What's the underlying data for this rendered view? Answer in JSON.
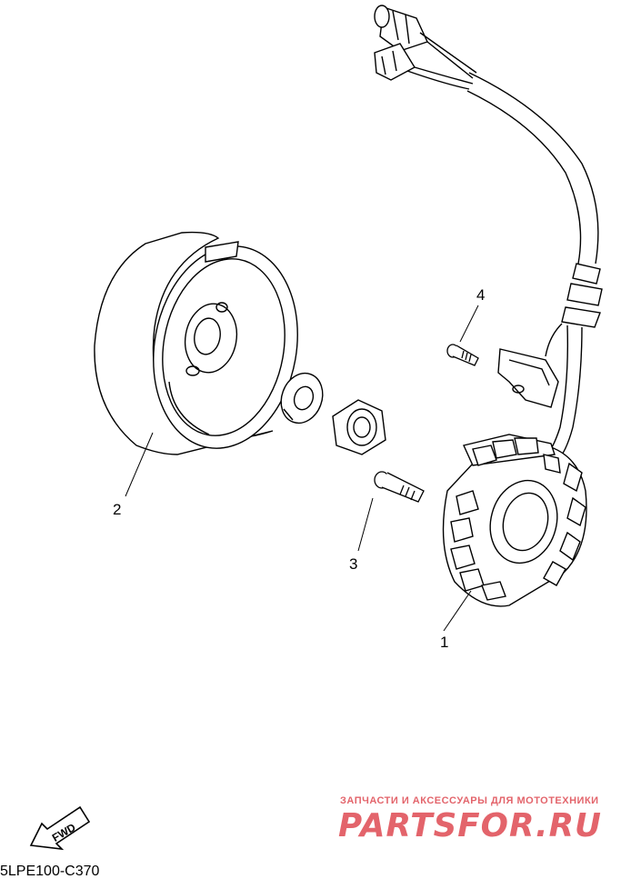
{
  "callouts": [
    {
      "label": "1",
      "part": "stator-assembly"
    },
    {
      "label": "2",
      "part": "rotor-flywheel"
    },
    {
      "label": "3",
      "part": "stator-bolt"
    },
    {
      "label": "4",
      "part": "lead-clamp-bolt"
    }
  ],
  "direction_label": "FWD",
  "diagram_code": "5LPE100-C370",
  "watermark": {
    "tagline": "ЗАПЧАСТИ И АКСЕССУАРЫ ДЛЯ МОТОТЕХНИКИ",
    "brand": "PARTSFOR.RU",
    "color": "#d9303a"
  },
  "line_color": "#000000"
}
